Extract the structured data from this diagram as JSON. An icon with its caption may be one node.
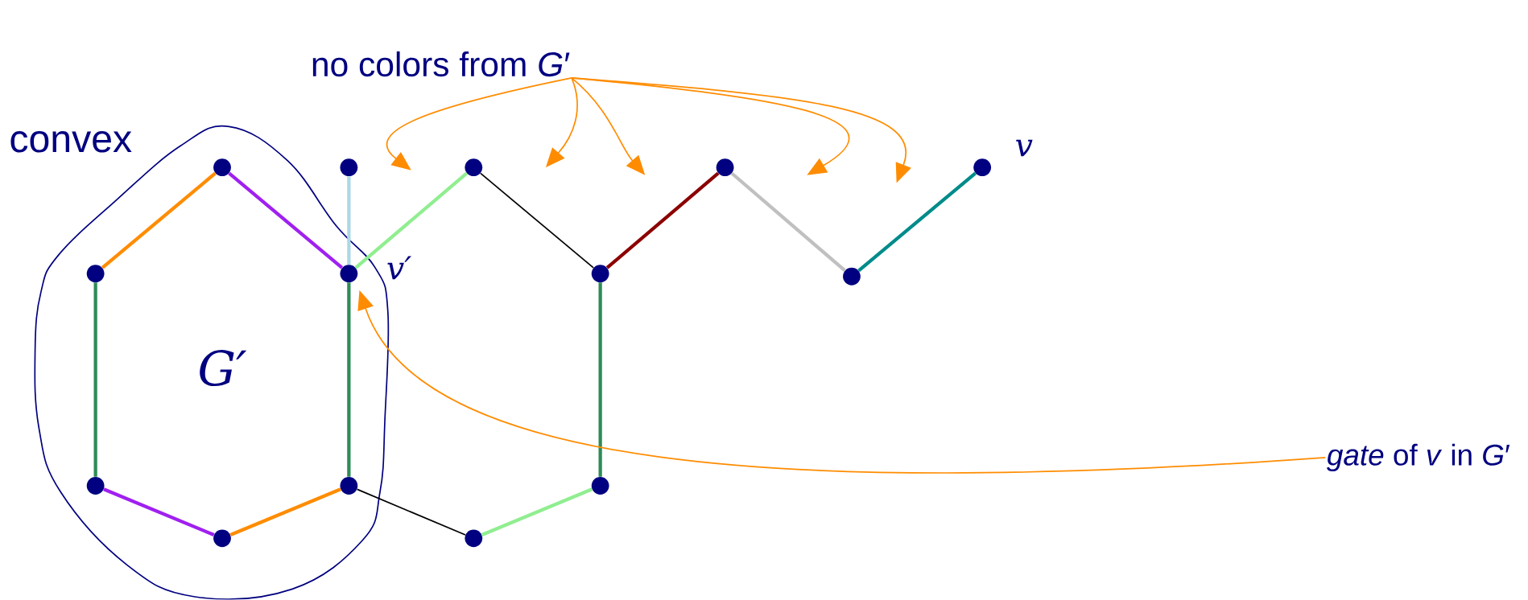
{
  "diagram": {
    "nodes": [
      {
        "text": [
          "convex"
        ]
      },
      {
        "text": [],
        "shape": "circle",
        "in": 0
      },
      {
        "text": [],
        "shape": "circle",
        "in": 0
      },
      {
        "text": [],
        "shape": "circle",
        "in": 0,
        "beside": [
          "v′"
        ]
      },
      {
        "text": [],
        "shape": "circle",
        "in": 0
      },
      {
        "text": [],
        "shape": "circle",
        "in": 0
      },
      {
        "text": [],
        "shape": "circle",
        "in": 0
      },
      {
        "text": [],
        "shape": "circle"
      },
      {
        "text": [],
        "shape": "circle"
      },
      {
        "text": [],
        "shape": "circle"
      },
      {
        "text": [],
        "shape": "circle"
      },
      {
        "text": [],
        "shape": "circle"
      },
      {
        "text": [],
        "shape": "circle",
        "beside": [
          "v"
        ]
      },
      {
        "text": [],
        "shape": "circle"
      },
      {
        "text": [],
        "shape": "circle"
      },
      {
        "text": [
          "no colors from *G*′"
        ]
      },
      {
        "text": [
          "*gate* of *v* in *G*′"
        ]
      }
    ],
    "edges": [
      {
        "from": 1,
        "to": 2,
        "arrow": "none",
        "color": "#ff8c00"
      },
      {
        "from": 1,
        "to": 3,
        "arrow": "none",
        "color": "#a020f0"
      },
      {
        "from": 2,
        "to": 4,
        "arrow": "none",
        "color": "#2e8b57"
      },
      {
        "from": 3,
        "to": 5,
        "arrow": "none",
        "color": "#2e8b57"
      },
      {
        "from": 4,
        "to": 6,
        "arrow": "none",
        "color": "#a020f0"
      },
      {
        "from": 5,
        "to": 6,
        "arrow": "none",
        "color": "#ff8c00"
      },
      {
        "from": 7,
        "to": 3,
        "arrow": "none",
        "color": "#add8e6"
      },
      {
        "from": 3,
        "to": 8,
        "arrow": "none",
        "color": "#90ee90"
      },
      {
        "from": 8,
        "to": 9,
        "arrow": "none",
        "color": "#000000"
      },
      {
        "from": 9,
        "to": 10,
        "arrow": "none",
        "color": "#8b0000"
      },
      {
        "from": 10,
        "to": 11,
        "arrow": "none",
        "color": "#c0c0c0"
      },
      {
        "from": 11,
        "to": 12,
        "arrow": "none",
        "color": "#008b8b"
      },
      {
        "from": 9,
        "to": 13,
        "arrow": "none",
        "color": "#2e8b57"
      },
      {
        "from": 13,
        "to": 14,
        "arrow": "none",
        "color": "#90ee90"
      },
      {
        "from": 5,
        "to": 14,
        "arrow": "none",
        "color": "#000000"
      },
      {
        "from": 15,
        "to": null,
        "arrow": "to",
        "color": "#ff8c00"
      },
      {
        "from": 15,
        "to": null,
        "arrow": "to",
        "color": "#ff8c00"
      },
      {
        "from": 15,
        "to": null,
        "arrow": "to",
        "color": "#ff8c00"
      },
      {
        "from": 15,
        "to": null,
        "arrow": "to",
        "color": "#ff8c00"
      },
      {
        "from": 15,
        "to": null,
        "arrow": "to",
        "color": "#ff8c00"
      },
      {
        "from": 16,
        "to": 3,
        "arrow": "to",
        "color": "#ff8c00"
      }
    ],
    "labels": [
      "G′"
    ]
  }
}
